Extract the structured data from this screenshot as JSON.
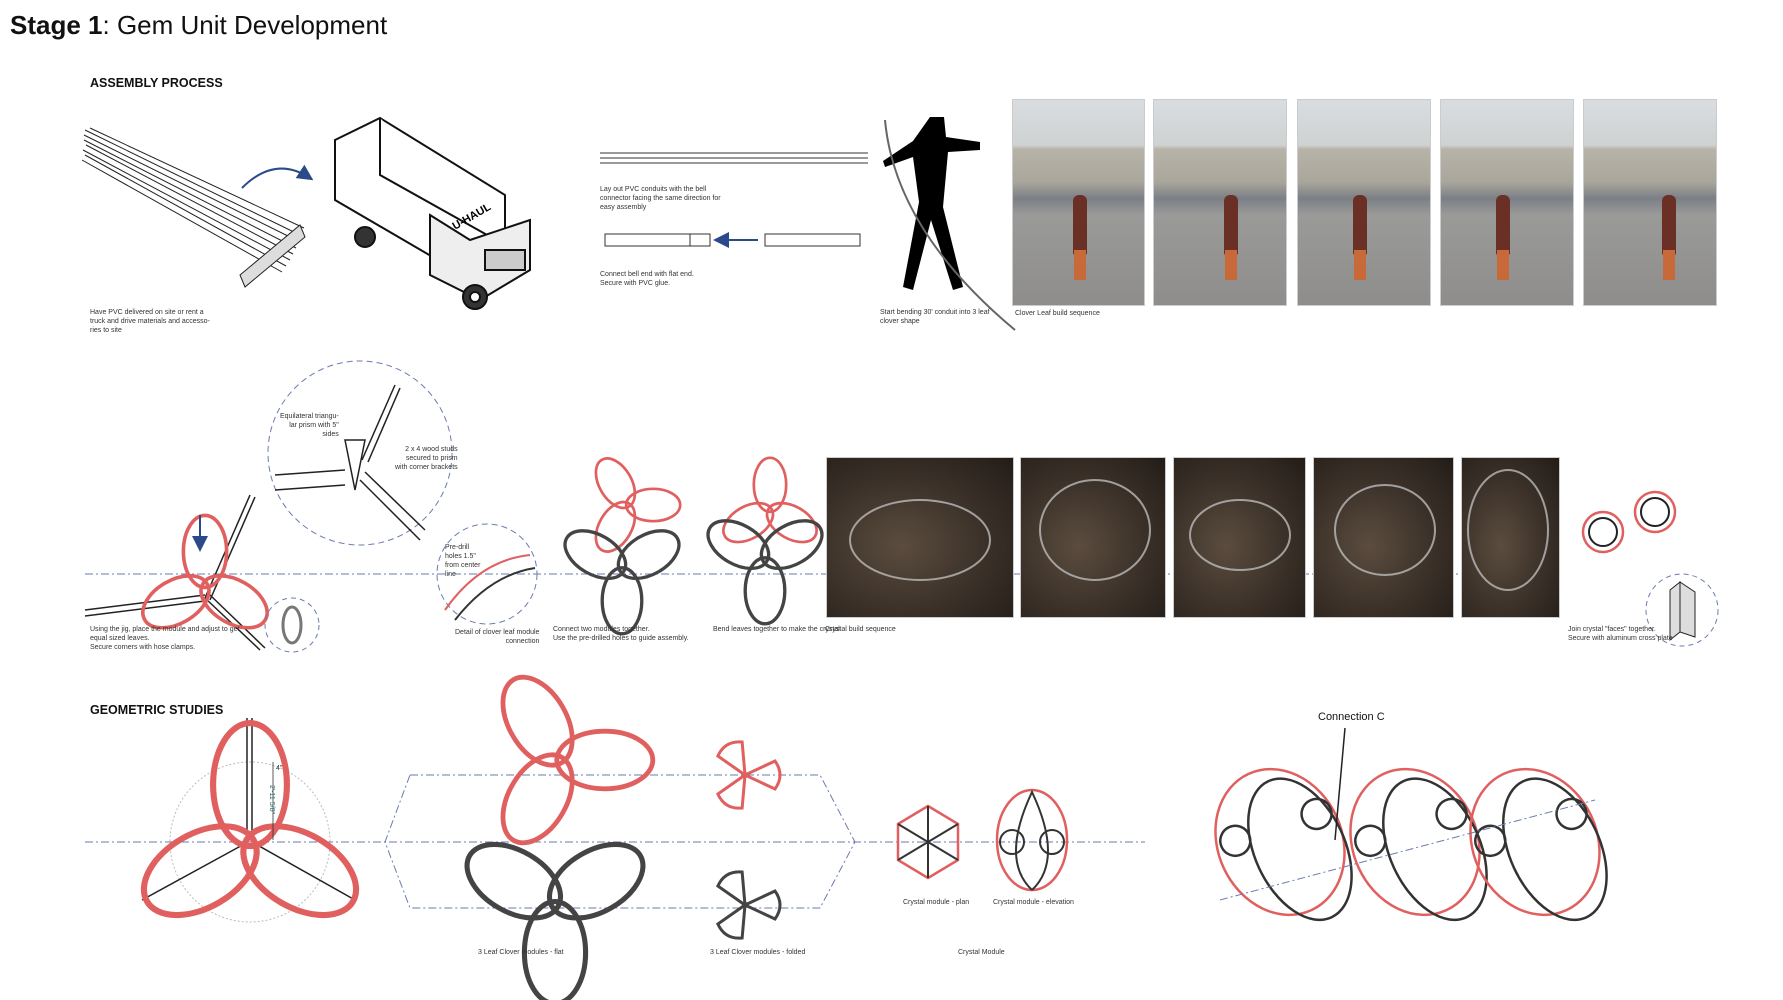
{
  "title": {
    "bold": "Stage 1",
    "rest": ": Gem Unit Development"
  },
  "sections": {
    "assembly": "ASSEMBLY PROCESS",
    "geometric": "GEOMETRIC STUDIES"
  },
  "assembly_captions": {
    "pvc_delivery": "Have PVC delivered on site or rent a\ntruck and drive materials and accesso-\nries to site",
    "truck_logo": "U-HAUL",
    "layout": "Lay out PVC conduits with the bell\nconnector facing the same direction for\neasy assembly",
    "connect": "Connect bell end with flat end.\nSecure with PVC glue.",
    "bending": "Start bending 30' conduit into 3 leaf\nclover shape",
    "clover_sequence": "Clover Leaf build sequence"
  },
  "row2_captions": {
    "jig": "Using the jig, place the module and adjust to get\nequal sized leaves.\nSecure corners with hose clamps.",
    "prism": "Equilateral triangu-\nlar prism with 5\"\nsides",
    "studs": "2 x 4 wood studs\nsecured to prism\nwith corner brackets",
    "predrill": "Pre-drill\nholes 1.5\"\nfrom center\nline",
    "detail": "Detail of clover leaf module\nconnection",
    "connect_two": "Connect two modules together.\nUse the pre-drilled holes to guide assembly.",
    "bend": "Bend leaves together to make the crystal",
    "crystal_sequence": "Crystal build sequence",
    "join": "Join crystal \"faces\" together.\nSecure with aluminum cross plate"
  },
  "geometric_captions": {
    "dim_a": "4\"",
    "dim_b": "2'-11 5/8\"",
    "flat": "3 Leaf Clover modules - flat",
    "folded": "3 Leaf Clover modules - folded",
    "plan": "Crystal module - plan",
    "elevation": "Crystal module - elevation",
    "crystal_module": "Crystal Module",
    "connection": "Connection C"
  },
  "colors": {
    "red": "#e06060",
    "dark": "#444444",
    "blue": "#2a4a8a"
  }
}
